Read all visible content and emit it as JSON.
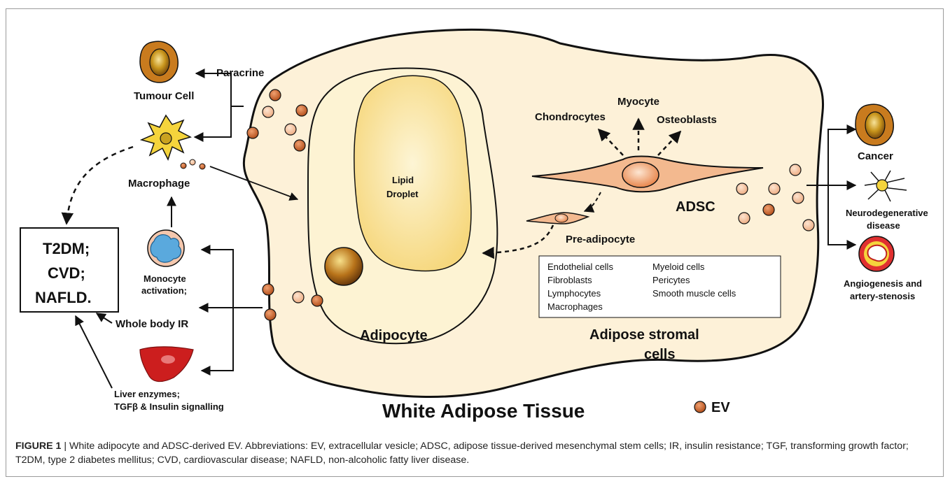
{
  "colors": {
    "tissue_fill": "#fdf1d8",
    "droplet_fill": "#fbe4a4",
    "ev_dark": "#c8642c",
    "ev_light": "#f5c7a4",
    "adsc_fill": "#f3b98f",
    "cancer_cell": "#c97b1e",
    "vessel_red": "#e03030",
    "liver_red": "#cc1e1e",
    "monocyte_blue": "#5aa9dd",
    "macrophage_yellow": "#f5d43c",
    "frame_border": "#9b9b9b"
  },
  "icons": [
    "tumour-cell-icon",
    "macrophage-icon",
    "monocyte-icon",
    "liver-icon",
    "cancer-cell-icon",
    "neuron-icon",
    "artery-icon",
    "ev-legend-icon",
    "adsc-cell-icon"
  ],
  "labels": {
    "paracrine": "Paracrine",
    "tumour_cell": "Tumour Cell",
    "macrophage": "Macrophage",
    "monocyte_line1": "Monocyte",
    "monocyte_line2": "activation;",
    "disease_line1": "T2DM;",
    "disease_line2": "CVD;",
    "disease_line3": "NAFLD.",
    "whole_body_ir": "Whole body IR",
    "liver_line1": "Liver enzymes;",
    "liver_line2": "TGFβ & Insulin signalling",
    "lipid_line1": "Lipid",
    "lipid_line2": "Droplet",
    "adipocyte": "Adipocyte",
    "myocyte": "Myocyte",
    "chondrocytes": "Chondrocytes",
    "osteoblasts": "Osteoblasts",
    "adsc": "ADSC",
    "pre_adipocyte": "Pre-adipocyte",
    "stromal_line1": "Adipose stromal",
    "stromal_line2": "cells",
    "white_adipose_tissue": "White Adipose Tissue",
    "ev": "EV",
    "cancer": "Cancer",
    "neuro_line1": "Neurodegenerative",
    "neuro_line2": "disease",
    "angio_line1": "Angiogenesis and",
    "angio_line2": "artery-stenosis"
  },
  "stromal_cells": {
    "left": [
      "Endothelial cells",
      "Fibroblasts",
      "Lymphocytes",
      "Macrophages"
    ],
    "right": [
      "Myeloid cells",
      "Pericytes",
      "Smooth muscle cells"
    ]
  },
  "caption": {
    "label": "FIGURE 1",
    "text": " | White adipocyte and ADSC-derived EV. Abbreviations: EV, extracellular vesicle; ADSC, adipose tissue-derived mesenchymal stem cells; IR, insulin resistance; TGF, transforming growth factor; T2DM, type 2 diabetes mellitus; CVD, cardiovascular disease; NAFLD, non-alcoholic fatty liver disease."
  }
}
